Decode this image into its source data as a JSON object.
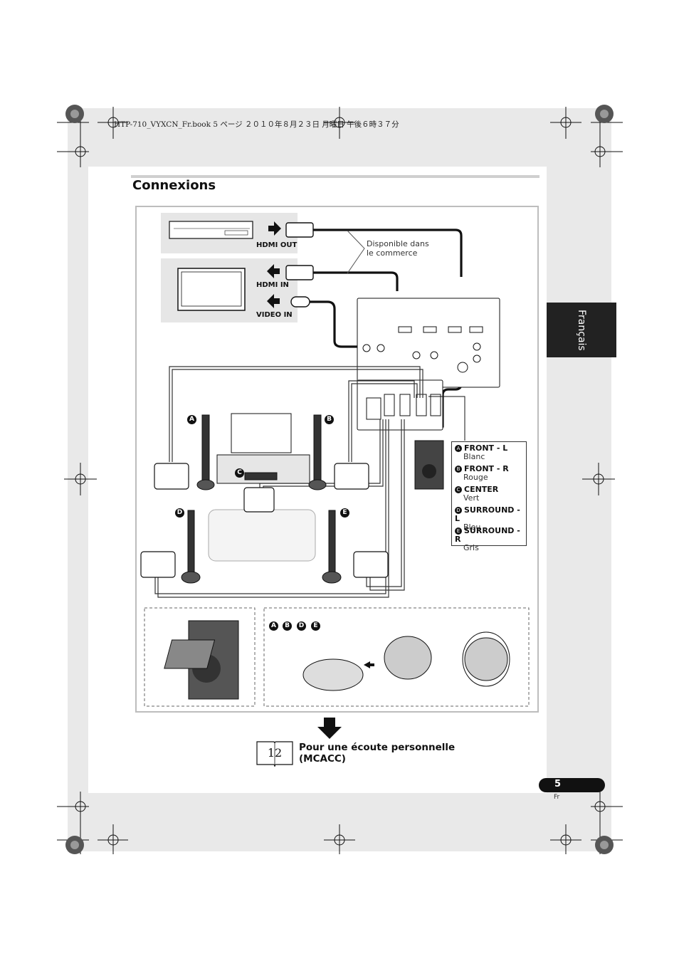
{
  "header": {
    "file_line": "HTP-710_VYXCN_Fr.book  5 ページ  ２０１０年８月２３日  月曜日  午後６時３７分"
  },
  "page": {
    "title": "Connexions",
    "language_tab": "Français",
    "number": "5",
    "lang_code": "Fr"
  },
  "diagram": {
    "hdmi_out_label": "HDMI OUT",
    "hdmi_in_label": "HDMI IN",
    "video_in_label": "VIDEO IN",
    "commerce_note_line1": "Disponible dans",
    "commerce_note_line2": "le commerce",
    "markers": {
      "a": "A",
      "b": "B",
      "c": "C",
      "d": "D",
      "e": "E"
    },
    "placement_markers": [
      "A",
      "B",
      "D",
      "E"
    ],
    "legend": [
      {
        "key": "A",
        "name": "FRONT - L",
        "color_name": "Blanc"
      },
      {
        "key": "B",
        "name": "FRONT - R",
        "color_name": "Rouge"
      },
      {
        "key": "C",
        "name": "CENTER",
        "color_name": "Vert"
      },
      {
        "key": "D",
        "name": "SURROUND - L",
        "color_name": "Bleu"
      },
      {
        "key": "E",
        "name": "SURROUND - R",
        "color_name": "Gris"
      }
    ]
  },
  "reference": {
    "page_ref": "12",
    "text_line1": "Pour une écoute personnelle",
    "text_line2": "(MCACC)"
  },
  "colors": {
    "bleed": "#e9e9e9",
    "tab": "#222222",
    "frame": "#bdbdbd"
  }
}
